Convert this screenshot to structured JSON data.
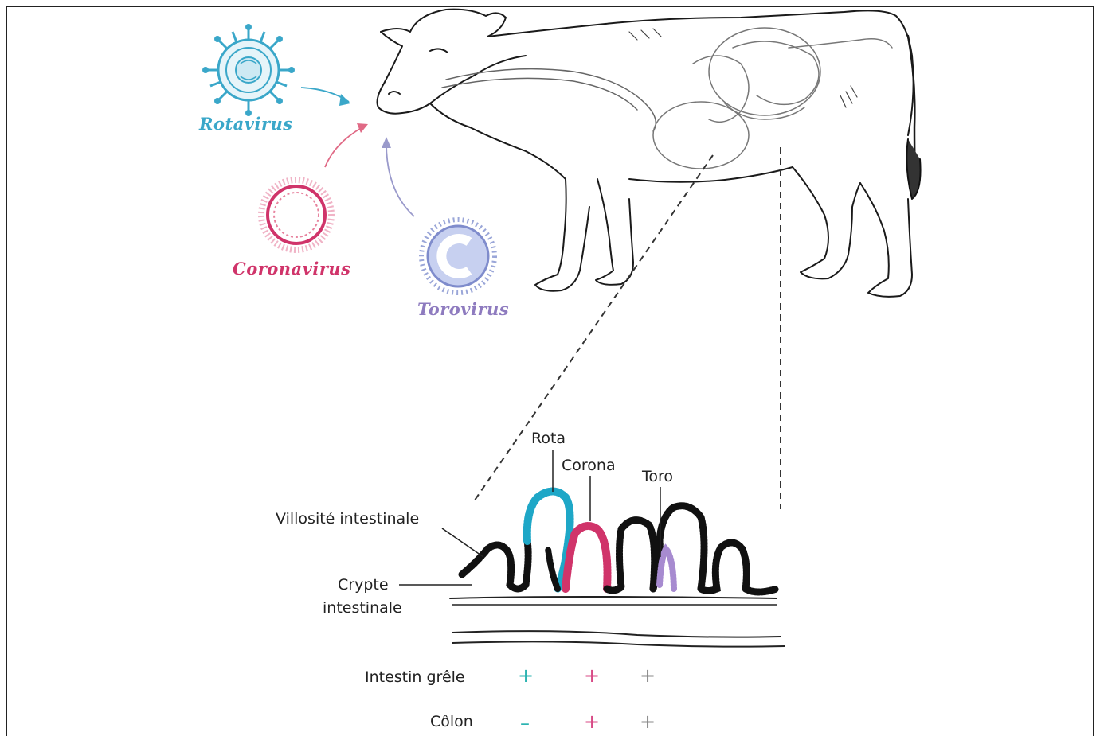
{
  "viruses": {
    "rota": {
      "name": "Rotavirus",
      "color": "#3aa7c9"
    },
    "corona": {
      "name": "Coronavirus",
      "color": "#d0346a"
    },
    "toro": {
      "name": "Torovirus",
      "color": "#8e7bbf"
    }
  },
  "villus_labels": {
    "rota": "Rota",
    "corona": "Corona",
    "toro": "Toro",
    "villosite": "Villosité intestinale",
    "crypte_line1": "Crypte",
    "crypte_line2": "intestinale"
  },
  "table": {
    "rows": [
      {
        "label": "Intestin grêle",
        "rota": "+",
        "corona": "+",
        "toro": "+"
      },
      {
        "label": "Côlon",
        "rota": "–",
        "corona": "+",
        "toro": "+"
      }
    ],
    "colors": {
      "rota": "#2bb3b1",
      "corona": "#d84a86",
      "toro": "#888888"
    }
  }
}
